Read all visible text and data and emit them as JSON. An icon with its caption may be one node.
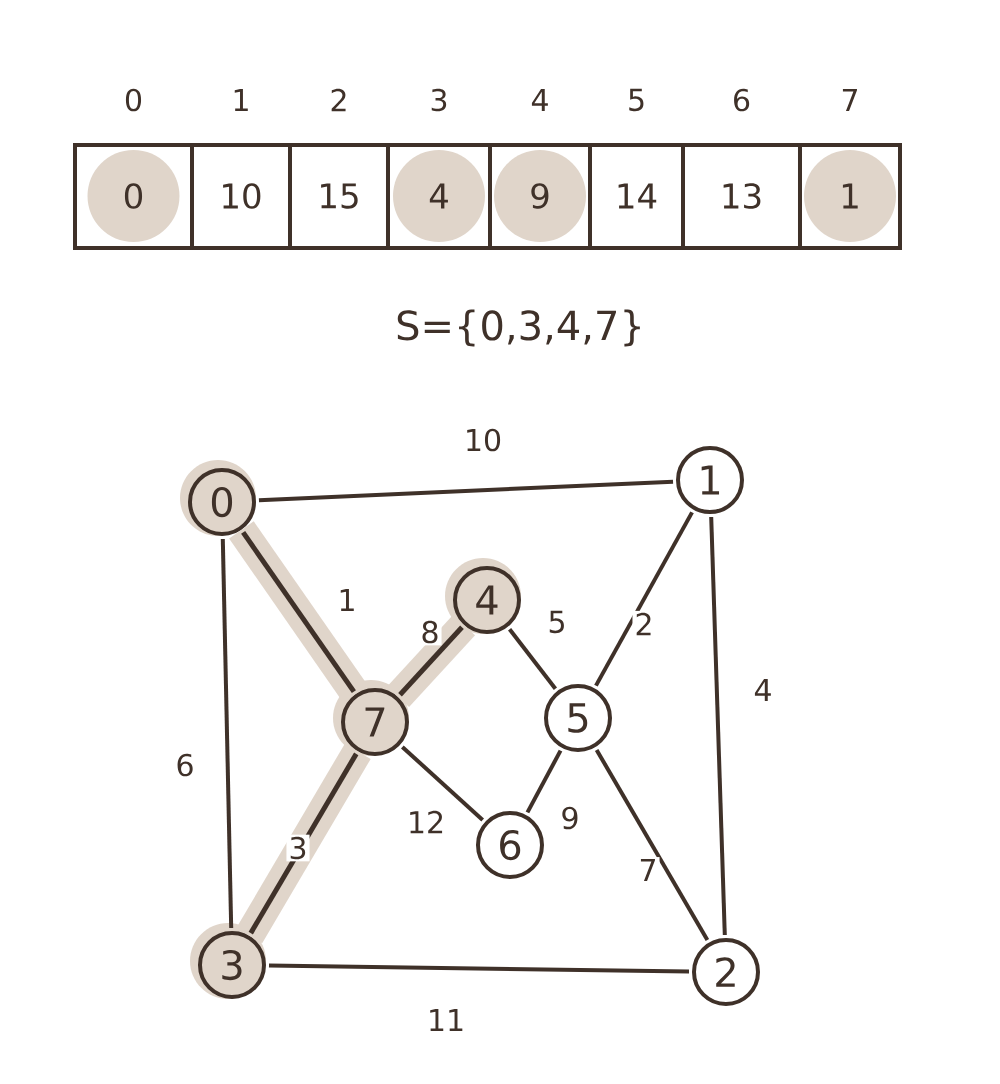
{
  "diagram": {
    "nodes": [
      {
        "text": [
          "0"
        ]
      },
      {
        "text": [
          "1"
        ]
      },
      {
        "text": [
          "4"
        ]
      },
      {
        "text": [
          "7"
        ]
      },
      {
        "text": [
          "5"
        ]
      },
      {
        "text": [
          "6"
        ]
      },
      {
        "text": [
          "3"
        ]
      },
      {
        "text": [
          "2"
        ]
      }
    ],
    "edges": [
      {
        "from": 0,
        "to": 1,
        "arrow": "none",
        "label": "10"
      },
      {
        "from": 0,
        "to": 3,
        "arrow": "none",
        "label": "1",
        "style": "thick",
        "color": "#e0d5ca"
      },
      {
        "from": 3,
        "to": 2,
        "arrow": "none",
        "label": "8",
        "style": "thick",
        "color": "#e0d5ca"
      },
      {
        "from": 2,
        "to": 4,
        "arrow": "none",
        "label": "5"
      },
      {
        "from": 1,
        "to": 4,
        "arrow": "none",
        "label": "2"
      },
      {
        "from": 1,
        "to": 7,
        "arrow": "none",
        "label": "4"
      },
      {
        "from": 0,
        "to": 6,
        "arrow": "none",
        "label": "6"
      },
      {
        "from": 3,
        "to": 5,
        "arrow": "none",
        "label": "12"
      },
      {
        "from": 5,
        "to": 4,
        "arrow": "none",
        "label": "9"
      },
      {
        "from": 3,
        "to": 6,
        "arrow": "none",
        "label": "3",
        "style": "thick",
        "color": "#e0d5ca"
      },
      {
        "from": 4,
        "to": 7,
        "arrow": "none",
        "label": "7"
      },
      {
        "from": 6,
        "to": 7,
        "arrow": "none",
        "label": "11"
      }
    ],
    "labels": [
      "0",
      "1",
      "2",
      "3",
      "4",
      "5",
      "6",
      "7",
      "0",
      "10",
      "15",
      "4",
      "9",
      "14",
      "13",
      "1",
      "S={0,3,4,7}"
    ]
  }
}
